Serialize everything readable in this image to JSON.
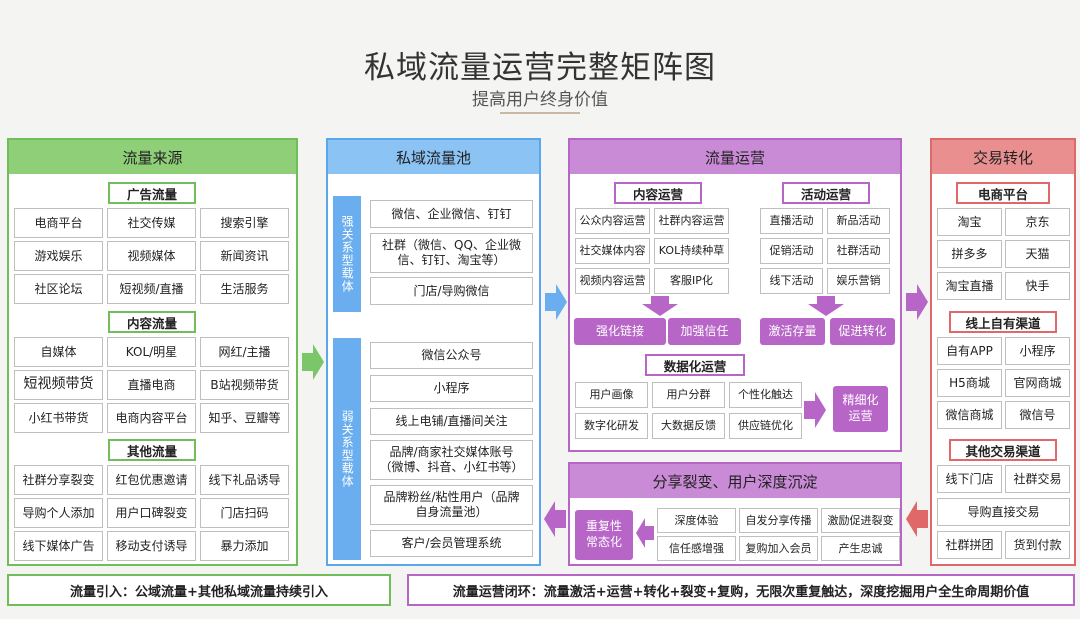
{
  "header": {
    "title": "私域流量运营完整矩阵图",
    "subtitle": "提高用户终身价值"
  },
  "colors": {
    "green": "#6fbe5a",
    "blue": "#5ba7ec",
    "purple": "#b865c8",
    "red": "#e06868"
  },
  "source": {
    "title": "流量来源",
    "ads": {
      "label": "广告流量",
      "items": [
        "电商平台",
        "社交传媒",
        "搜索引擎",
        "游戏娱乐",
        "视频媒体",
        "新闻资讯",
        "社区论坛",
        "短视频/直播",
        "生活服务"
      ]
    },
    "content": {
      "label": "内容流量",
      "items": [
        "自媒体",
        "KOL/明星",
        "网红/主播",
        "短视频带货",
        "直播电商",
        "B站视频带货",
        "小红书带货",
        "电商内容平台",
        "知乎、豆瓣等"
      ]
    },
    "other": {
      "label": "其他流量",
      "items": [
        "社群分享裂变",
        "红包优惠邀请",
        "线下礼品诱导",
        "导购个人添加",
        "用户口碑裂变",
        "门店扫码",
        "线下媒体广告",
        "移动支付诱导",
        "暴力添加"
      ]
    }
  },
  "pool": {
    "title": "私域流量池",
    "strong": {
      "label": "强关系型载体",
      "items": [
        "微信、企业微信、钉钉",
        "社群（微信、QQ、企业微信、钉钉、淘宝等）",
        "门店/导购微信"
      ]
    },
    "weak": {
      "label": "弱关系型载体",
      "items": [
        "微信公众号",
        "小程序",
        "线上电铺/直播间关注",
        "品牌/商家社交媒体账号（微博、抖音、小红书等）",
        "品牌粉丝/粘性用户（品牌自身流量池）",
        "客户/会员管理系统"
      ]
    }
  },
  "ops": {
    "title": "流量运营",
    "content": {
      "label": "内容运营",
      "items": [
        "公众内容运营",
        "社群内容运营",
        "社交媒体内容",
        "KOL持续种草",
        "视频内容运营",
        "客服IP化"
      ],
      "results": [
        "强化链接",
        "加强信任"
      ]
    },
    "activity": {
      "label": "活动运营",
      "items": [
        "直播活动",
        "新品活动",
        "促销活动",
        "社群活动",
        "线下活动",
        "娱乐营销"
      ],
      "results": [
        "激活存量",
        "促进转化"
      ]
    },
    "data": {
      "label": "数据化运营",
      "items": [
        "用户画像",
        "用户分群",
        "个性化触达",
        "数字化研发",
        "大数据反馈",
        "供应链优化"
      ],
      "result": "精细化运营"
    }
  },
  "share": {
    "title": "分享裂变、用户深度沉淀",
    "result": "重复性常态化",
    "items": [
      "深度体验",
      "自发分享传播",
      "激励促进裂变",
      "信任感增强",
      "复购加入会员",
      "产生忠诚"
    ]
  },
  "trade": {
    "title": "交易转化",
    "ecom": {
      "label": "电商平台",
      "items": [
        "淘宝",
        "京东",
        "拼多多",
        "天猫",
        "淘宝直播",
        "快手"
      ]
    },
    "own": {
      "label": "线上自有渠道",
      "items": [
        "自有APP",
        "小程序",
        "H5商城",
        "官网商城",
        "微信商城",
        "微信号"
      ]
    },
    "other": {
      "label": "其他交易渠道",
      "items": [
        "线下门店",
        "社群交易",
        "导购直接交易",
        "社群拼团",
        "货到付款"
      ]
    }
  },
  "footer": {
    "left": "流量引入：公域流量+其他私域流量持续引入",
    "right": "流量运营闭环：流量激活+运营+转化+裂变+复购，无限次重复触达，深度挖掘用户全生命周期价值"
  }
}
